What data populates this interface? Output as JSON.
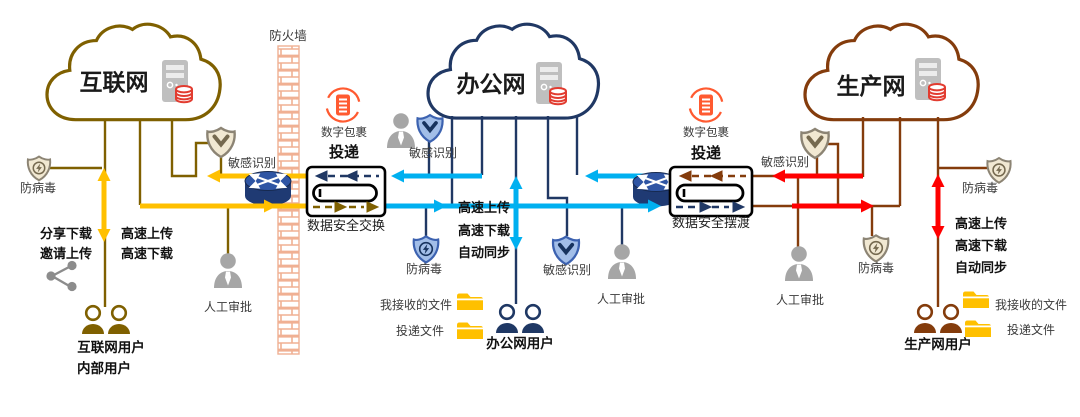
{
  "title_labels": {
    "firewall": "防火墙",
    "internet_cloud": "互联网",
    "office_cloud": "办公网",
    "production_cloud": "生产网"
  },
  "exchange_left": {
    "package": "数字包裹",
    "delivery": "投递",
    "name": "数据安全交换"
  },
  "exchange_right": {
    "package": "数字包裹",
    "delivery": "投递",
    "name": "数据安全摆渡"
  },
  "internet_zone": {
    "antivirus": "防病毒",
    "sensitive": "敏感识别",
    "share_download": "分享下载",
    "invite_upload": "邀请上传",
    "fast_upload": "高速上传",
    "fast_download": "高速下载",
    "approval": "人工审批",
    "users_line1": "互联网用户",
    "users_line2": "内部用户"
  },
  "office_zone": {
    "sensitive_left": "敏感识别",
    "antivirus": "防病毒",
    "fast_upload": "高速上传",
    "fast_download": "高速下载",
    "auto_sync": "自动同步",
    "sensitive_right": "敏感识别",
    "approval": "人工审批",
    "received_files": "我接收的文件",
    "delivered_files": "投递文件",
    "users": "办公网用户"
  },
  "production_zone": {
    "sensitive": "敏感识别",
    "approval": "人工审批",
    "antivirus_mid": "防病毒",
    "antivirus_right": "防病毒",
    "fast_upload": "高速上传",
    "fast_download": "高速下载",
    "auto_sync": "自动同步",
    "received_files": "我接收的文件",
    "delivered_files": "投递文件",
    "users": "生产网用户"
  },
  "colors": {
    "internet": "#7F6000",
    "office": "#203864",
    "production": "#843C0C",
    "yellow_flow": "#FFC000",
    "cyan_flow": "#00B0F0",
    "red_flow": "#FF0000",
    "package_orange": "#FF5A30",
    "folder": "#FFC000"
  }
}
